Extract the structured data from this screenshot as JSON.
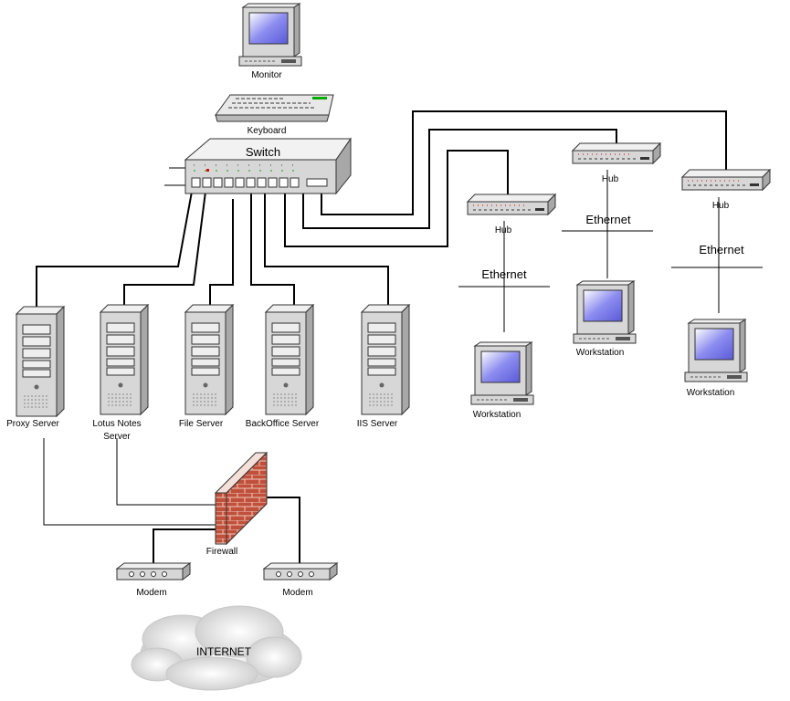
{
  "labels": {
    "monitor": "Monitor",
    "keyboard": "Keyboard",
    "switch": "Switch",
    "hub": "Hub",
    "ethernet": "Ethernet",
    "workstation": "Workstation",
    "proxy_server": "Proxy Server",
    "lotus_notes_server_line1": "Lotus Notes",
    "lotus_notes_server_line2": "Server",
    "file_server": "File Server",
    "backoffice_server": "BackOffice Server",
    "iis_server": "IIS Server",
    "firewall": "Firewall",
    "modem": "Modem",
    "internet": "INTERNET"
  },
  "colors": {
    "screen": "#8c8cf0",
    "case": "#d7d7d7",
    "brick": "#c0503c",
    "cloud": "#d8d8d8",
    "led_green": "#00a000",
    "led_red": "#e00000"
  }
}
